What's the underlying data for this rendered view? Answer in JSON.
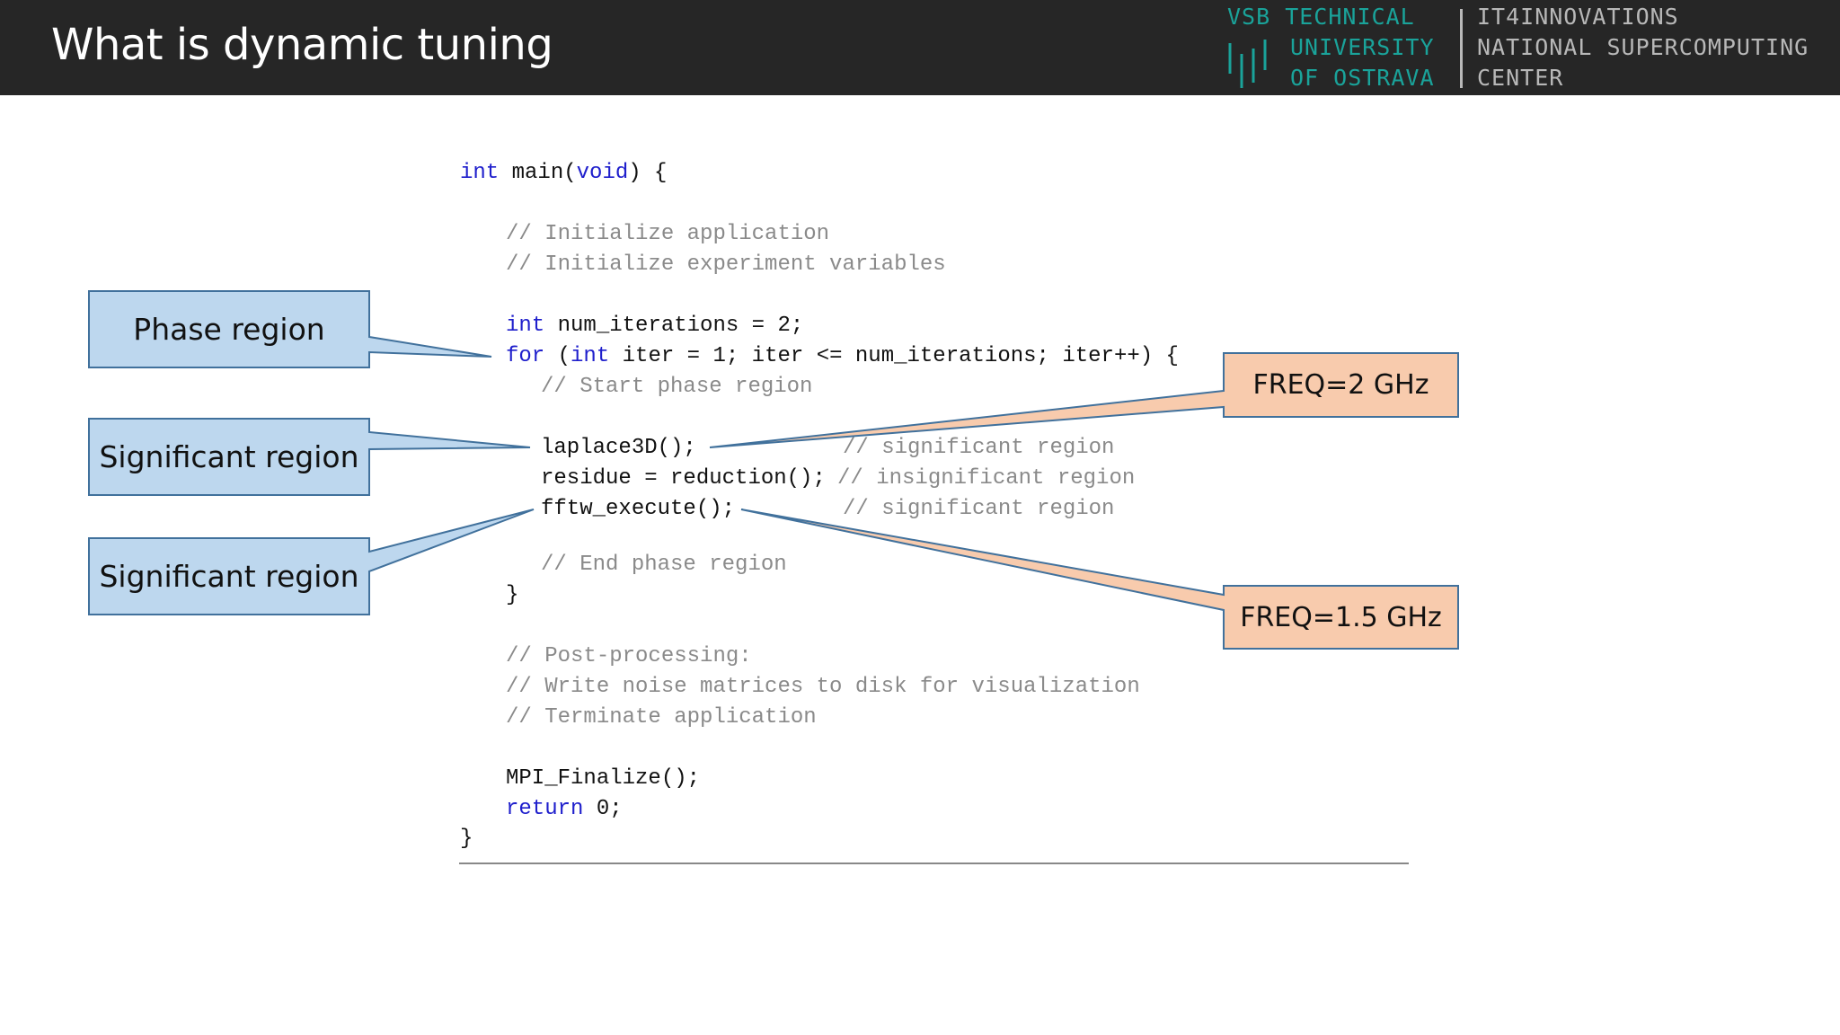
{
  "header": {
    "title": "What is dynamic tuning",
    "logo_left": [
      "VSB TECHNICAL",
      "UNIVERSITY",
      "OF OSTRAVA"
    ],
    "logo_right": [
      "IT4INNOVATIONS",
      "NATIONAL SUPERCOMPUTING",
      "CENTER"
    ],
    "logo_icon": "vertical-bars-icon",
    "colors": {
      "bar": "#262626",
      "teal": "#1aa39a",
      "grey": "#b8b8b8"
    }
  },
  "code": {
    "l1_kw1": "int",
    "l1_a": " main(",
    "l1_kw2": "void",
    "l1_b": ") {",
    "l2": "// Initialize application",
    "l3": "// Initialize experiment variables",
    "l4_kw": "int",
    "l4_rest": " num_iterations = 2;",
    "l5_kw1": "for",
    "l5_a": " (",
    "l5_kw2": "int",
    "l5_rest": " iter = 1; iter <= num_iterations; iter++) {",
    "l6": "// Start phase region",
    "l7_code": "laplace3D();",
    "l7_comment": "// significant region",
    "l8_code": "residue = reduction();",
    "l8_comment": "// insignificant region",
    "l9_code": "fftw_execute();",
    "l9_comment": "// significant region",
    "l10": "// End phase region",
    "l11": "}",
    "l12": "// Post-processing:",
    "l13": "// Write noise matrices to disk for visualization",
    "l14": "// Terminate application",
    "l15": "MPI_Finalize();",
    "l16_kw": "return",
    "l16_rest": " 0;",
    "l17": "}"
  },
  "callouts": {
    "phase": "Phase region",
    "significant_1": "Significant region",
    "significant_2": "Significant region",
    "freq_high": "FREQ=2 GHz",
    "freq_low": "FREQ=1.5 GHz",
    "colors": {
      "blue_fill": "#bdd7ee",
      "orange_fill": "#f8cbad",
      "stroke": "#41719c"
    }
  }
}
